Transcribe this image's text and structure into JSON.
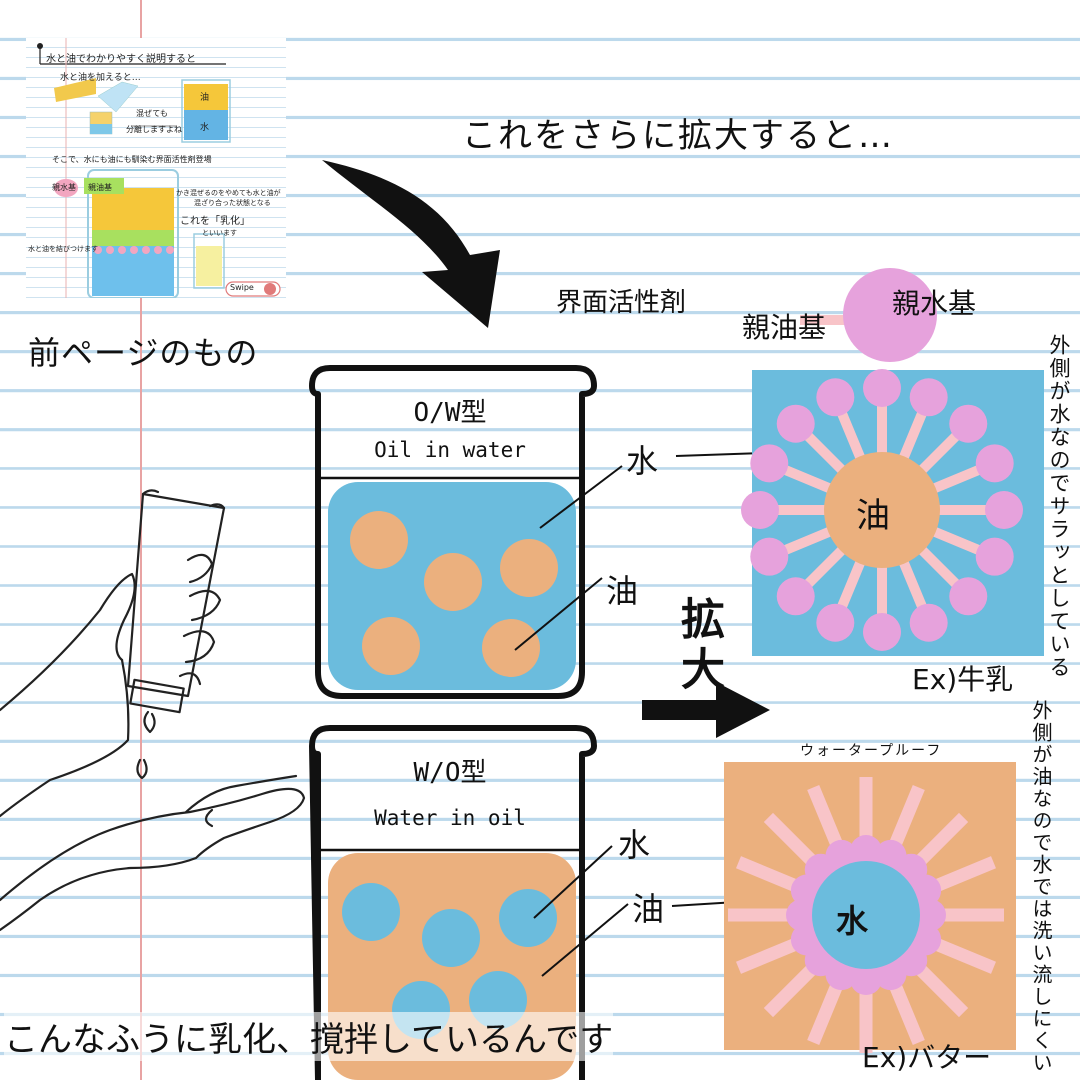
{
  "heading": "これをさらに拡大すると…",
  "prev_page_label": "前ページのもの",
  "bottom_caption": "こんなふうに乳化、撹拌しているんです",
  "surfactant": {
    "title": "界面活性剤",
    "lipophilic": "親油基",
    "hydrophilic": "親水基"
  },
  "ow": {
    "title": "O/W型",
    "subtitle": "Oil in water",
    "label_water": "水",
    "label_oil": "油"
  },
  "wo": {
    "title": "W/O型",
    "subtitle": "Water in oil",
    "label_water": "水",
    "label_oil": "油"
  },
  "enlarge_label": "拡大",
  "milk": {
    "center": "油",
    "note": "外側が水なのでサラッとしている",
    "example": "Ex)牛乳"
  },
  "butter": {
    "header": "ウォータープルーフ",
    "center": "水",
    "note": "外側が油なので水では洗い流しにくい",
    "example": "Ex)バター"
  },
  "thumbnail": {
    "title": "水と油でわかりやすく説明すると",
    "line1": "水と油を加えると…",
    "mix_note_1": "混ぜても",
    "mix_note_2": "分離しますよね",
    "oil": "油",
    "water": "水",
    "line2": "そこで、水にも油にも馴染む界面活性剤登場",
    "hydrophilic": "親水基",
    "lipophilic": "親油基",
    "desc1": "かき混ぜるのをやめても水と油が",
    "desc2": "混ざり合った状態となる",
    "emulsify": "これを「乳化」",
    "emulsify2": "といいます",
    "connect": "水と油を結びつけます",
    "swipe": "Swipe"
  },
  "colors": {
    "water": "#6bbcdd",
    "oil": "#ebb07e",
    "head": "#e6a2dc",
    "tail": "#f8c4c8"
  }
}
